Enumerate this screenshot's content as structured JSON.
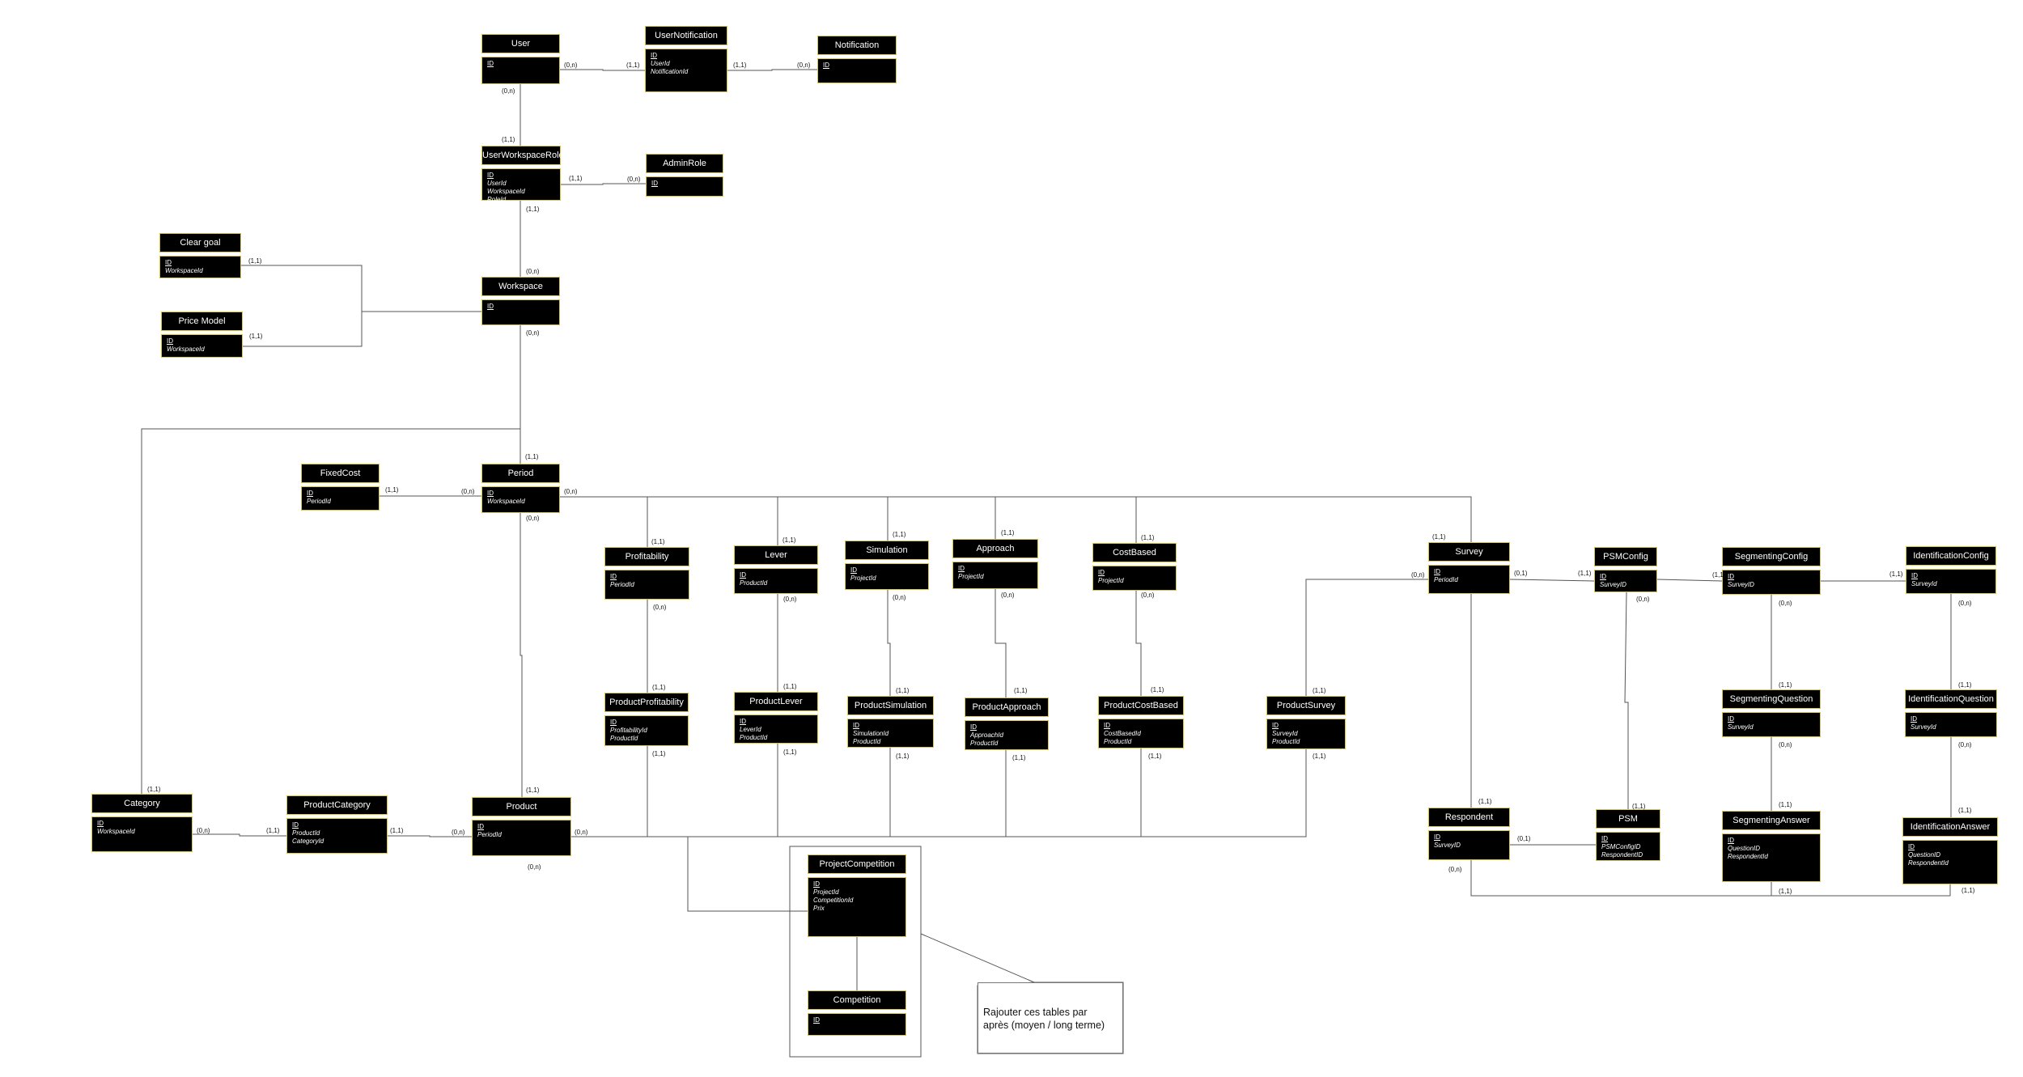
{
  "entities": {
    "user": {
      "title": "User",
      "attrs": [
        {
          "text": "ID",
          "pk": true
        }
      ]
    },
    "user_notification": {
      "title": "UserNotification",
      "attrs": [
        {
          "text": "ID",
          "pk": true
        },
        {
          "text": "UserId"
        },
        {
          "text": "NotificationId"
        }
      ]
    },
    "notification": {
      "title": "Notification",
      "attrs": [
        {
          "text": "ID",
          "pk": true
        }
      ]
    },
    "user_workspace_role": {
      "title": "UserWorkspaceRole",
      "attrs": [
        {
          "text": "ID",
          "pk": true
        },
        {
          "text": "UserId"
        },
        {
          "text": "WorkspaceId"
        },
        {
          "text": "RoleId"
        }
      ]
    },
    "admin_role": {
      "title": "AdminRole",
      "attrs": [
        {
          "text": "ID",
          "pk": true
        }
      ]
    },
    "clear_goal": {
      "title": "Clear goal",
      "attrs": [
        {
          "text": "ID",
          "pk": true
        },
        {
          "text": "WorkspaceId"
        }
      ]
    },
    "price_model": {
      "title": "Price Model",
      "attrs": [
        {
          "text": "ID",
          "pk": true
        },
        {
          "text": "WorkspaceId"
        }
      ]
    },
    "workspace": {
      "title": "Workspace",
      "attrs": [
        {
          "text": "ID",
          "pk": true
        }
      ]
    },
    "fixed_cost": {
      "title": "FixedCost",
      "attrs": [
        {
          "text": "ID",
          "pk": true
        },
        {
          "text": "PeriodId"
        }
      ]
    },
    "period": {
      "title": "Period",
      "attrs": [
        {
          "text": "ID",
          "pk": true
        },
        {
          "text": "WorkspaceId"
        }
      ]
    },
    "profitability": {
      "title": "Profitability",
      "attrs": [
        {
          "text": "ID",
          "pk": true
        },
        {
          "text": "PeriodId"
        }
      ]
    },
    "lever": {
      "title": "Lever",
      "attrs": [
        {
          "text": "ID",
          "pk": true
        },
        {
          "text": "ProductId"
        }
      ]
    },
    "simulation": {
      "title": "Simulation",
      "attrs": [
        {
          "text": "ID",
          "pk": true
        },
        {
          "text": "ProjectId"
        }
      ]
    },
    "approach": {
      "title": "Approach",
      "attrs": [
        {
          "text": "ID",
          "pk": true
        },
        {
          "text": "ProjectId"
        }
      ]
    },
    "cost_based": {
      "title": "CostBased",
      "attrs": [
        {
          "text": "ID",
          "pk": true
        },
        {
          "text": "ProjectId"
        }
      ]
    },
    "survey": {
      "title": "Survey",
      "attrs": [
        {
          "text": "ID",
          "pk": true
        },
        {
          "text": "PeriodId"
        }
      ]
    },
    "psm_config": {
      "title": "PSMConfig",
      "attrs": [
        {
          "text": "ID",
          "pk": true
        },
        {
          "text": "SurveyID"
        }
      ]
    },
    "segmenting_config": {
      "title": "SegmentingConfig",
      "attrs": [
        {
          "text": "ID",
          "pk": true
        },
        {
          "text": "SurveyID"
        }
      ]
    },
    "identification_config": {
      "title": "IdentificationConfig",
      "attrs": [
        {
          "text": "ID",
          "pk": true
        },
        {
          "text": "SurveyId"
        }
      ]
    },
    "product_profitability": {
      "title": "ProductProfitability",
      "attrs": [
        {
          "text": "ID",
          "pk": true
        },
        {
          "text": "ProfitabilityId"
        },
        {
          "text": "ProductId"
        }
      ]
    },
    "product_lever": {
      "title": "ProductLever",
      "attrs": [
        {
          "text": "ID",
          "pk": true
        },
        {
          "text": "LeverId"
        },
        {
          "text": "ProductId"
        }
      ]
    },
    "product_simulation": {
      "title": "ProductSimulation",
      "attrs": [
        {
          "text": "ID",
          "pk": true
        },
        {
          "text": "SimulationId"
        },
        {
          "text": "ProductId"
        }
      ]
    },
    "product_approach": {
      "title": "ProductApproach",
      "attrs": [
        {
          "text": "ID",
          "pk": true
        },
        {
          "text": "ApproachId"
        },
        {
          "text": "ProductId"
        }
      ]
    },
    "product_cost_based": {
      "title": "ProductCostBased",
      "attrs": [
        {
          "text": "ID",
          "pk": true
        },
        {
          "text": "CostBasedId"
        },
        {
          "text": "ProductId"
        }
      ]
    },
    "product_survey": {
      "title": "ProductSurvey",
      "attrs": [
        {
          "text": "ID",
          "pk": true
        },
        {
          "text": "SurveyId"
        },
        {
          "text": "ProductId"
        }
      ]
    },
    "segmenting_question": {
      "title": "SegmentingQuestion",
      "attrs": [
        {
          "text": "ID",
          "pk": true
        },
        {
          "text": "SurveyId"
        }
      ]
    },
    "identification_question": {
      "title": "IdentificationQuestion",
      "attrs": [
        {
          "text": "ID",
          "pk": true
        },
        {
          "text": "SurveyId"
        }
      ]
    },
    "category": {
      "title": "Category",
      "attrs": [
        {
          "text": "ID",
          "pk": true
        },
        {
          "text": "WorkspaceId"
        }
      ]
    },
    "product_category": {
      "title": "ProductCategory",
      "attrs": [
        {
          "text": "ID",
          "pk": true
        },
        {
          "text": "ProductId"
        },
        {
          "text": "CategoryId"
        }
      ]
    },
    "product": {
      "title": "Product",
      "attrs": [
        {
          "text": "ID",
          "pk": true
        },
        {
          "text": "PeriodId"
        }
      ]
    },
    "respondent": {
      "title": "Respondent",
      "attrs": [
        {
          "text": "ID",
          "pk": true
        },
        {
          "text": "SurveyID"
        }
      ]
    },
    "psm": {
      "title": "PSM",
      "attrs": [
        {
          "text": "ID",
          "pk": true
        },
        {
          "text": "PSMConfigID"
        },
        {
          "text": "RespondentID"
        }
      ]
    },
    "segmenting_answer": {
      "title": "SegmentingAnswer",
      "attrs": [
        {
          "text": "ID",
          "pk": true
        },
        {
          "text": "QuestionID"
        },
        {
          "text": "RespondentId"
        }
      ]
    },
    "identification_answer": {
      "title": "IdentificationAnswer",
      "attrs": [
        {
          "text": "ID",
          "pk": true
        },
        {
          "text": "QuestionID"
        },
        {
          "text": "RespondentId"
        }
      ]
    },
    "project_competition": {
      "title": "ProjectCompetition",
      "attrs": [
        {
          "text": "ID",
          "pk": true
        },
        {
          "text": "ProjectId"
        },
        {
          "text": "CompetitionId"
        },
        {
          "text": "Prix"
        }
      ]
    },
    "competition": {
      "title": "Competition",
      "attrs": [
        {
          "text": "ID",
          "pk": true
        }
      ]
    }
  },
  "cardinalities": {
    "one_one": "(1,1)",
    "zero_n": "(0,n)",
    "zero_one": "(0,1)"
  },
  "note": {
    "line1": "Rajouter ces tables par",
    "line2": "après (moyen / long terme)"
  },
  "colors": {
    "entity_fill": "#000000",
    "entity_border": "#d9c74a",
    "line": "#555555"
  }
}
